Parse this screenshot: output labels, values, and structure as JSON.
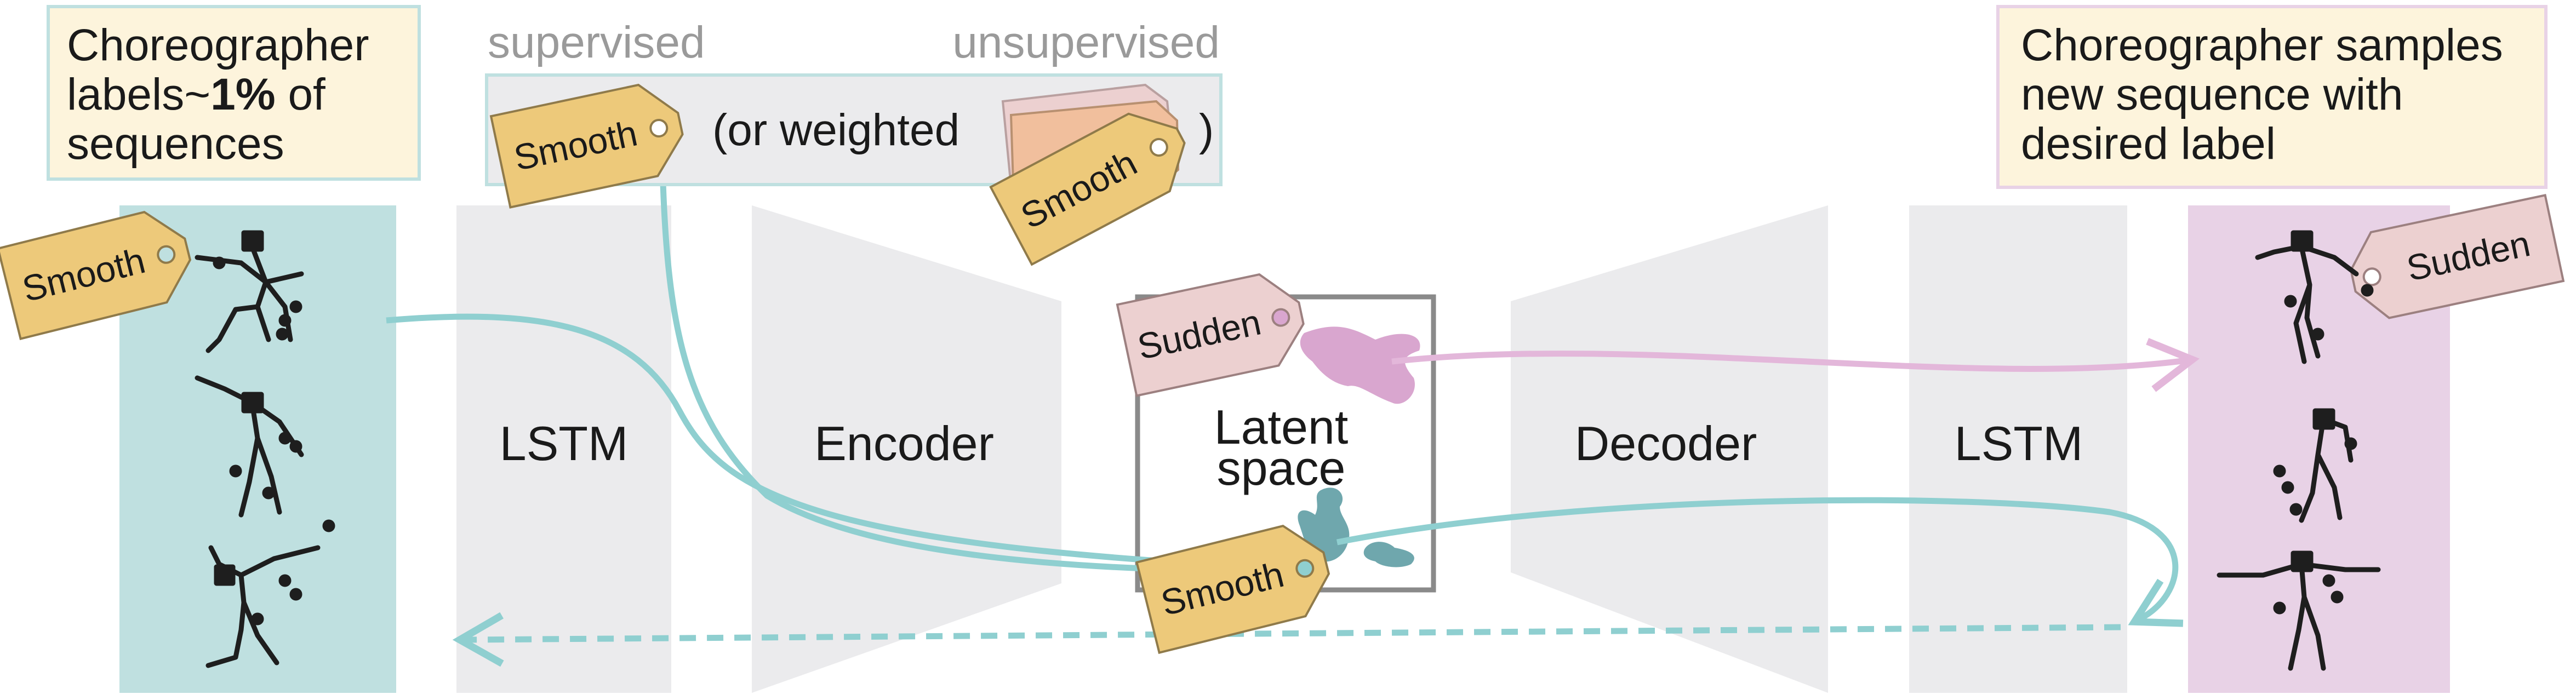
{
  "colors": {
    "teal": "#8fcfd0",
    "teal_panel": "#bfe0e0",
    "pink": "#d9a6cf",
    "pink_panel": "#e8d2e6",
    "gray_block": "#ebebed",
    "tag_gold": "#edc97a",
    "tag_pink": "#ecd0d0",
    "callout_bg": "#fdf4dc"
  },
  "callouts": {
    "left": {
      "line1": "Choreographer",
      "line2_pre": "labels~",
      "line2_bold": "1%",
      "line2_post": " of",
      "line3": "sequences"
    },
    "right": {
      "line1": "Choreographer samples",
      "line2": "new sequence with",
      "line3": "desired label"
    }
  },
  "label_box": {
    "supervised": "supervised",
    "unsupervised": "unsupervised",
    "paren_open": "(or weighted",
    "paren_close": ")"
  },
  "blocks": {
    "lstm_left": "LSTM",
    "encoder": "Encoder",
    "latent_line1": "Latent",
    "latent_line2": "space",
    "decoder": "Decoder",
    "lstm_right": "LSTM"
  },
  "tags": {
    "smooth": "Smooth",
    "sudden": "Sudden"
  },
  "icons": {
    "stick_figure": "dancer-stick-figure-icon",
    "label_tag": "label-tag-icon",
    "latent_blob": "latent-cluster-blob"
  }
}
